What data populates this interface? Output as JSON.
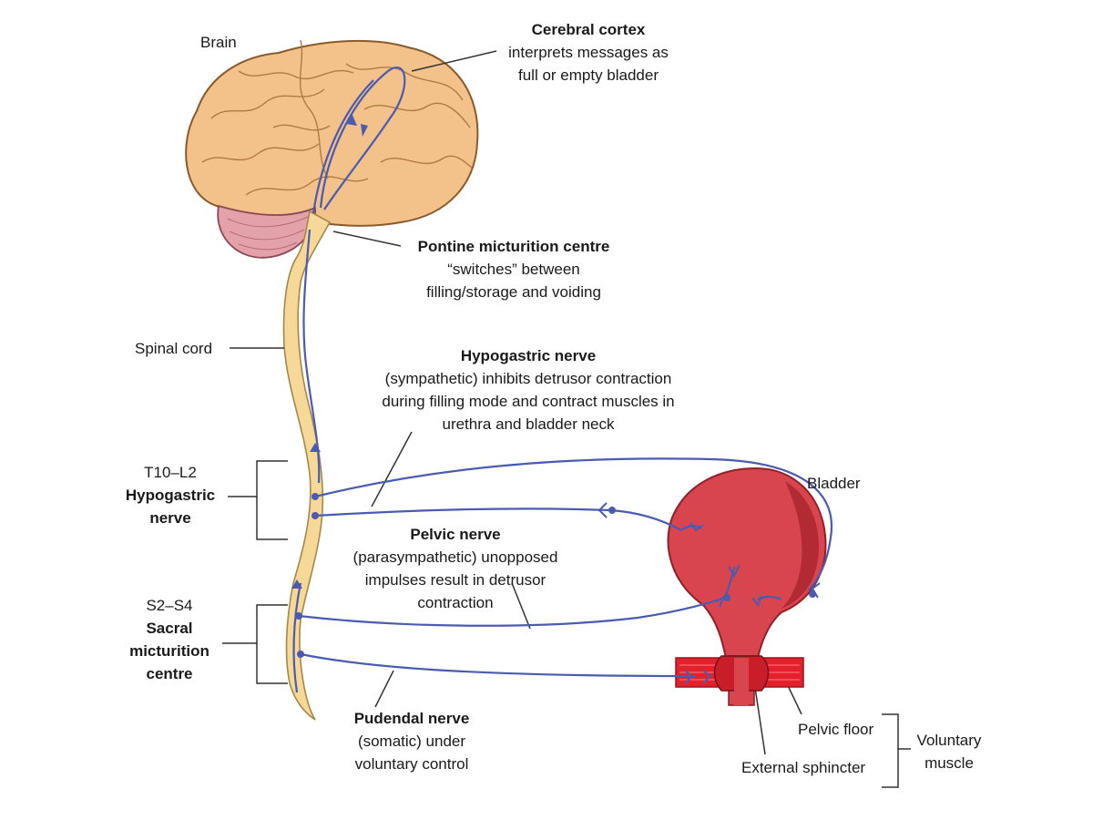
{
  "colors": {
    "nerve": "#4a5bb0",
    "brain_fill": "#f3c18a",
    "brain_stroke": "#8a5a2b",
    "cerebellum": "#e3a2aa",
    "spinal_cord": "#f6d898",
    "bladder": "#d9454f",
    "muscle": "#e3212d",
    "text": "#1a1a1a"
  },
  "labels": {
    "brain": "Brain",
    "cortex": {
      "title": "Cerebral cortex",
      "line1": "interprets messages as",
      "line2": "full or empty bladder"
    },
    "pontine": {
      "title": "Pontine micturition centre",
      "line1": "“switches” between",
      "line2": "filling/storage and voiding"
    },
    "spinal_cord": "Spinal cord",
    "hypogastric": {
      "title": "Hypogastric nerve",
      "line1": "(sympathetic) inhibits detrusor contraction",
      "line2": "during filling mode and contract muscles in",
      "line3": "urethra and bladder neck"
    },
    "t10": {
      "line1": "T10–L2",
      "line2": "Hypogastric",
      "line3": "nerve"
    },
    "bladder": "Bladder",
    "pelvic": {
      "title": "Pelvic nerve",
      "line1": "(parasympathetic) unopposed",
      "line2": "impulses result in detrusor",
      "line3": "contraction"
    },
    "s2": {
      "line1": "S2–S4",
      "line2": "Sacral",
      "line3": "micturition",
      "line4": "centre"
    },
    "pudendal": {
      "title": "Pudendal nerve",
      "line1": "(somatic) under",
      "line2": "voluntary control"
    },
    "pelvic_floor": "Pelvic floor",
    "voluntary": {
      "line1": "Voluntary",
      "line2": "muscle"
    },
    "external_sphincter": "External sphincter"
  }
}
